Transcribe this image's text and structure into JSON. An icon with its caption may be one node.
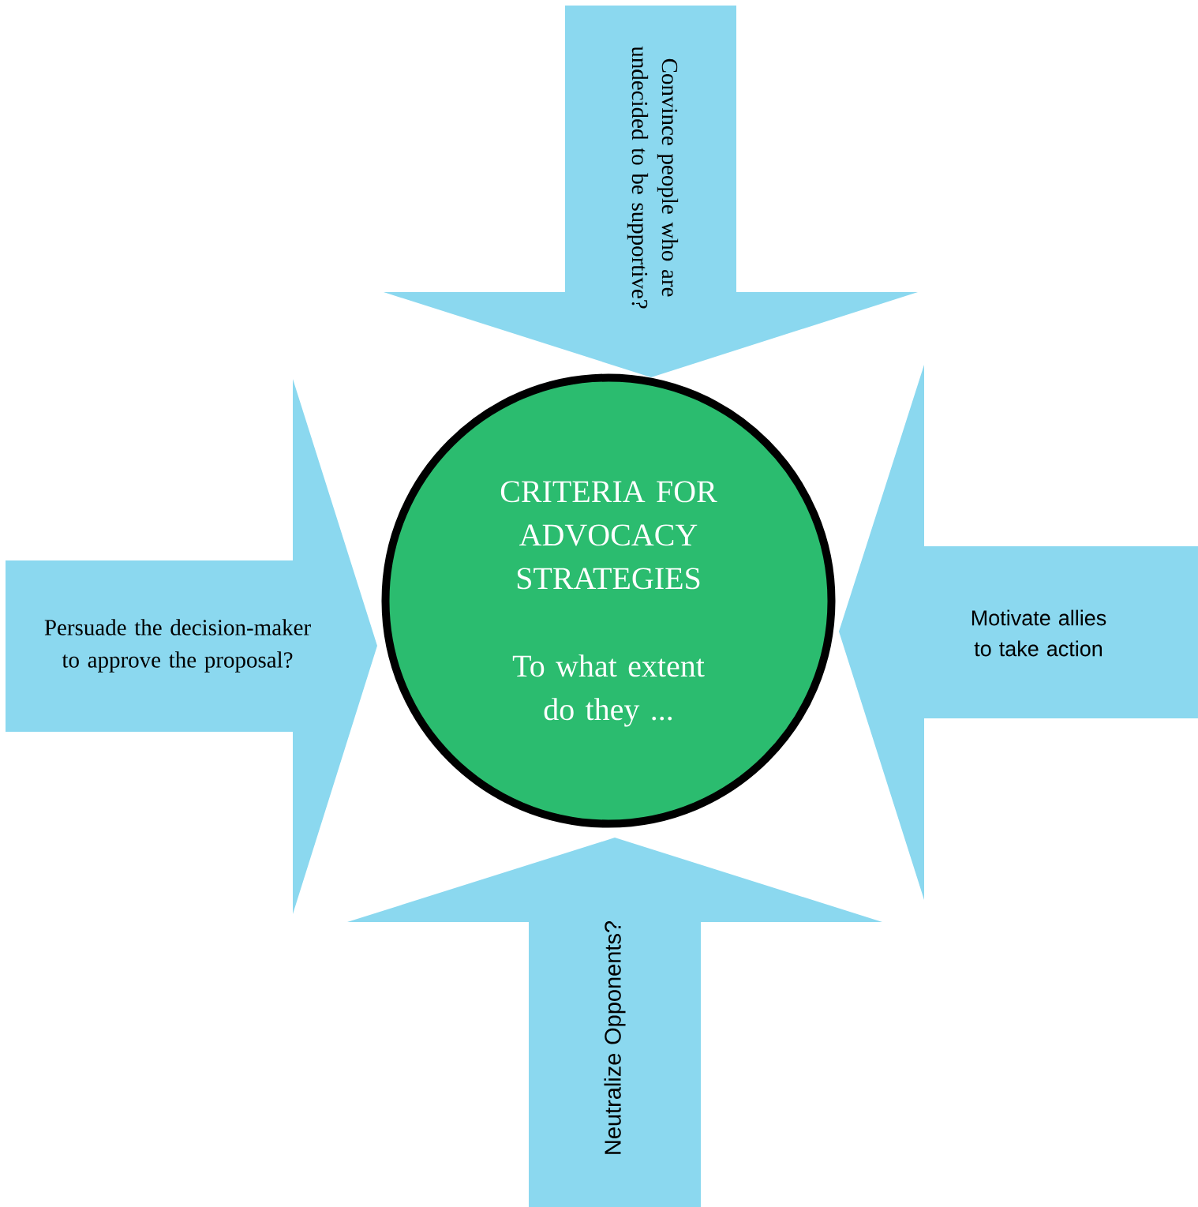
{
  "diagram": {
    "nodes": [
      {
        "text": [
          "CRITERIA FOR ADVOCACY STRATEGIES",
          "To what extent do they ..."
        ]
      },
      {
        "text": [
          "Convince people who are undecided to be supportive?"
        ]
      },
      {
        "text": [
          "Persuade the decision-maker to approve the proposal?"
        ]
      },
      {
        "text": [
          "Motivate allies to take action"
        ]
      },
      {
        "text": [
          "Neutralize Opponents?"
        ]
      }
    ]
  }
}
